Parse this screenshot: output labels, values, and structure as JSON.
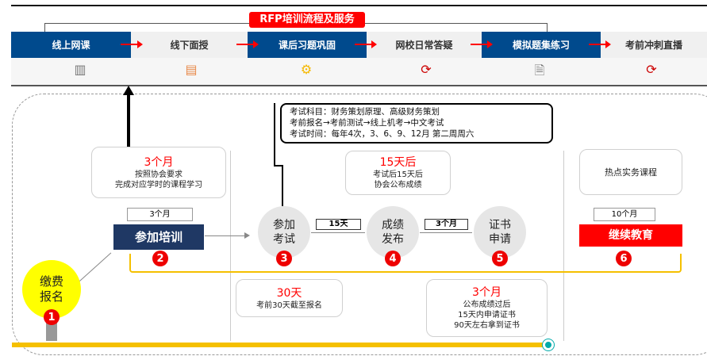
{
  "title": "RFP培训流程及服务",
  "nav": [
    {
      "label": "线上网课",
      "icon": "computer-icon"
    },
    {
      "label": "线下面授",
      "icon": "presentation-icon"
    },
    {
      "label": "课后习题巩固",
      "icon": "monitor-gear-icon"
    },
    {
      "label": "网校日常答疑",
      "icon": "refresh-gear-icon"
    },
    {
      "label": "模拟题集练习",
      "icon": "document-search-icon"
    },
    {
      "label": "考前冲刺直播",
      "icon": "refresh-gear-icon"
    }
  ],
  "exam_info": [
    "考试科目：财务策划原理、高级财务策划",
    "考前报名→考前测试→线上机考→中文考试",
    "考试时间：每年4次，3、6、9、12月 第二周周六"
  ],
  "training_box": {
    "period": "3个月",
    "line1": "按照协会要求",
    "line2": "完成对应学时的课程学习"
  },
  "result_box": {
    "period": "15天后",
    "line1": "考试后15天后",
    "line2": "协会公布成绩"
  },
  "practice_box": {
    "label": "热点实务课程"
  },
  "register_box": {
    "period": "30天",
    "line1": "考前30天截至报名"
  },
  "cert_box": {
    "period": "3个月",
    "line1": "公布成绩过后",
    "line2": "15天内申请证书",
    "line3": "90天左右拿到证书"
  },
  "steps": {
    "s1": {
      "label1": "缴费",
      "label2": "报名",
      "num": "1"
    },
    "s2": {
      "label": "参加培训",
      "tag": "3个月",
      "num": "2"
    },
    "s3": {
      "label1": "参加",
      "label2": "考试",
      "num": "3"
    },
    "s4": {
      "label1": "成绩",
      "label2": "发布",
      "num": "4"
    },
    "s5": {
      "label1": "证书",
      "label2": "申请",
      "num": "5"
    },
    "s6": {
      "label": "继续教育",
      "tag": "10个月",
      "num": "6"
    }
  },
  "gap1": "15天",
  "gap2": "3个月"
}
